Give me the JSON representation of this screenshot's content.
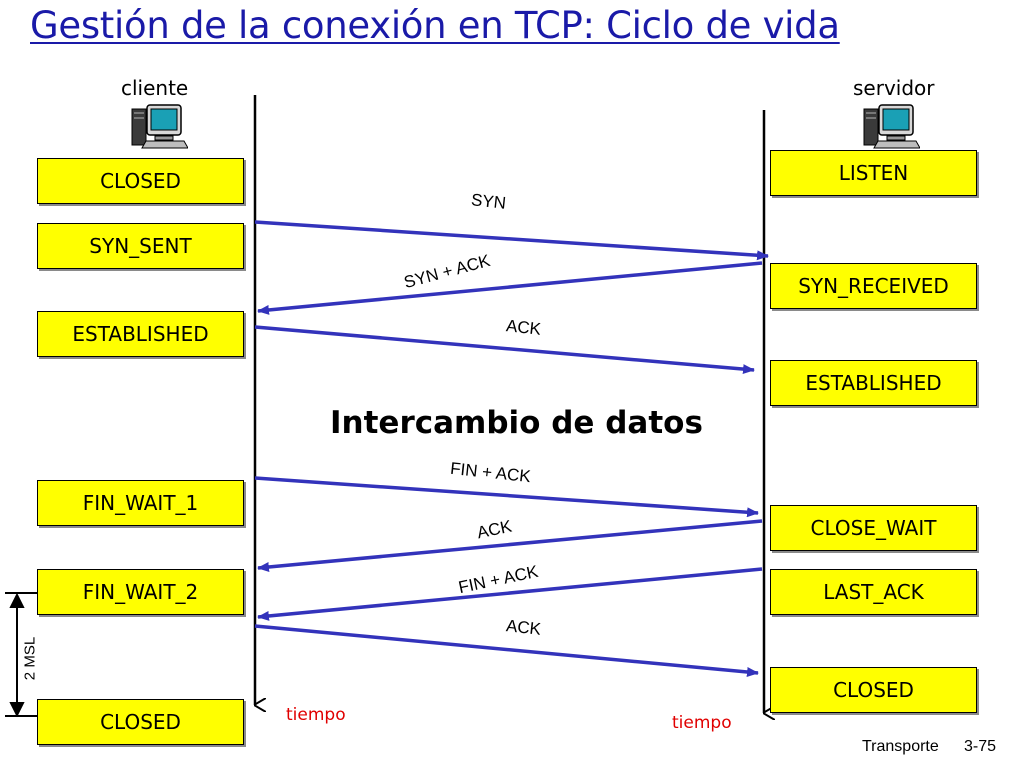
{
  "title": "Gestión de la conexión en TCP: Ciclo de vida",
  "hosts": {
    "client": "cliente",
    "server": "servidor"
  },
  "client_states": [
    "CLOSED",
    "SYN_SENT",
    "ESTABLISHED",
    "FIN_WAIT_1",
    "FIN_WAIT_2",
    "CLOSED"
  ],
  "server_states": [
    "LISTEN",
    "SYN_RECEIVED",
    "ESTABLISHED",
    "CLOSE_WAIT",
    "LAST_ACK",
    "CLOSED"
  ],
  "messages": [
    "SYN",
    "SYN + ACK",
    "ACK",
    "FIN + ACK",
    "ACK",
    "FIN + ACK",
    "ACK"
  ],
  "data_exchange": "Intercambio de datos",
  "time_label": "tiempo",
  "msl_label": "2 MSL",
  "footer": {
    "section": "Transporte",
    "page": "3-75"
  },
  "colors": {
    "title": "#1a1aa8",
    "arrow": "#3333bb",
    "state_fill": "#ffff00",
    "time": "#e00000"
  }
}
